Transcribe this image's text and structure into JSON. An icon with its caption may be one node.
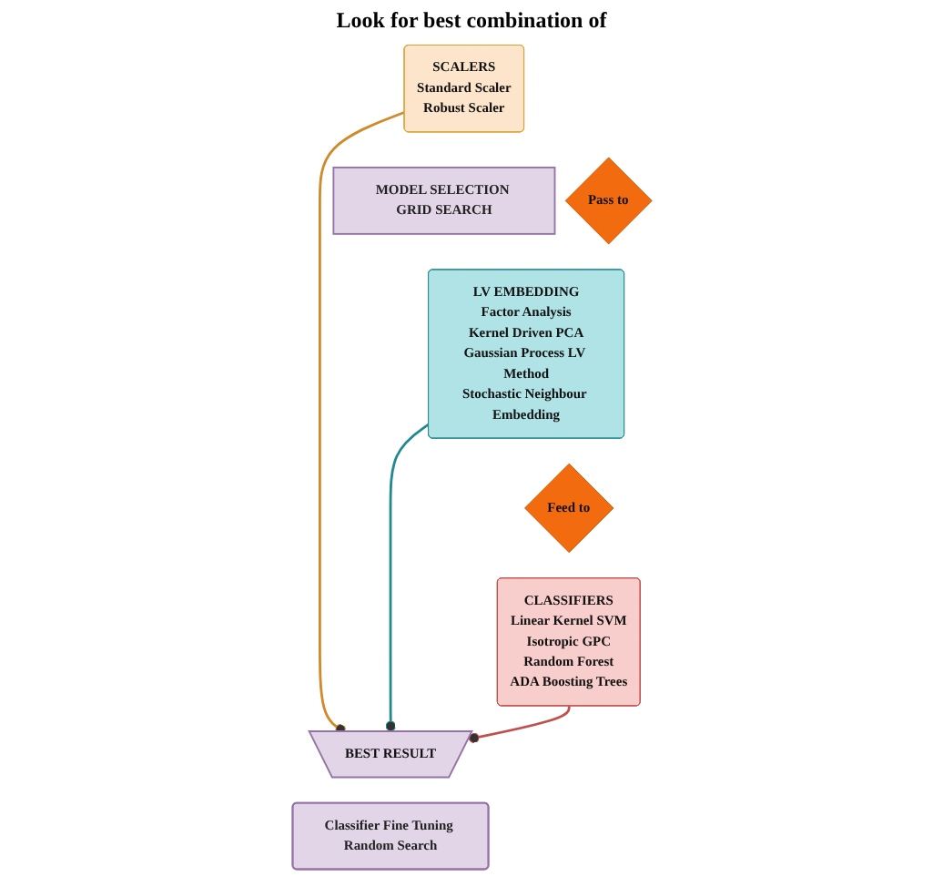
{
  "diagram": {
    "nodes": [
      {
        "text": [
          "MODEL SELECTION GRID SEARCH"
        ]
      },
      {
        "text": [
          "SCALERS",
          "Standard Scaler",
          "Robust Scaler"
        ]
      },
      {
        "text": [
          "Pass to"
        ]
      },
      {
        "text": [
          "LV EMBEDDING",
          "Factor Analysis",
          "Kernel Driven PCA",
          "Gaussian Process LV Method",
          "Stochastic Neighbour Embedding"
        ]
      },
      {
        "text": [
          "Feed to"
        ]
      },
      {
        "text": [
          "CLASSIFIERS",
          "Linear Kernel SVM",
          "Isotropic GPC",
          "Random Forest",
          "ADA Boosting Trees"
        ]
      },
      {
        "text": [
          "BEST RESULT"
        ]
      },
      {
        "text": [
          "Classifier Fine Tuning Random Search"
        ]
      }
    ],
    "edges": [
      {
        "from": 1,
        "to": 6,
        "arrow": "other",
        "color": "#d08a2c"
      },
      {
        "from": 3,
        "to": 6,
        "arrow": "other",
        "color": "#1f8a8f"
      },
      {
        "from": 5,
        "to": 6,
        "arrow": "other",
        "color": "#c0504d"
      }
    ],
    "labels": [
      "Look for best combination of"
    ]
  }
}
